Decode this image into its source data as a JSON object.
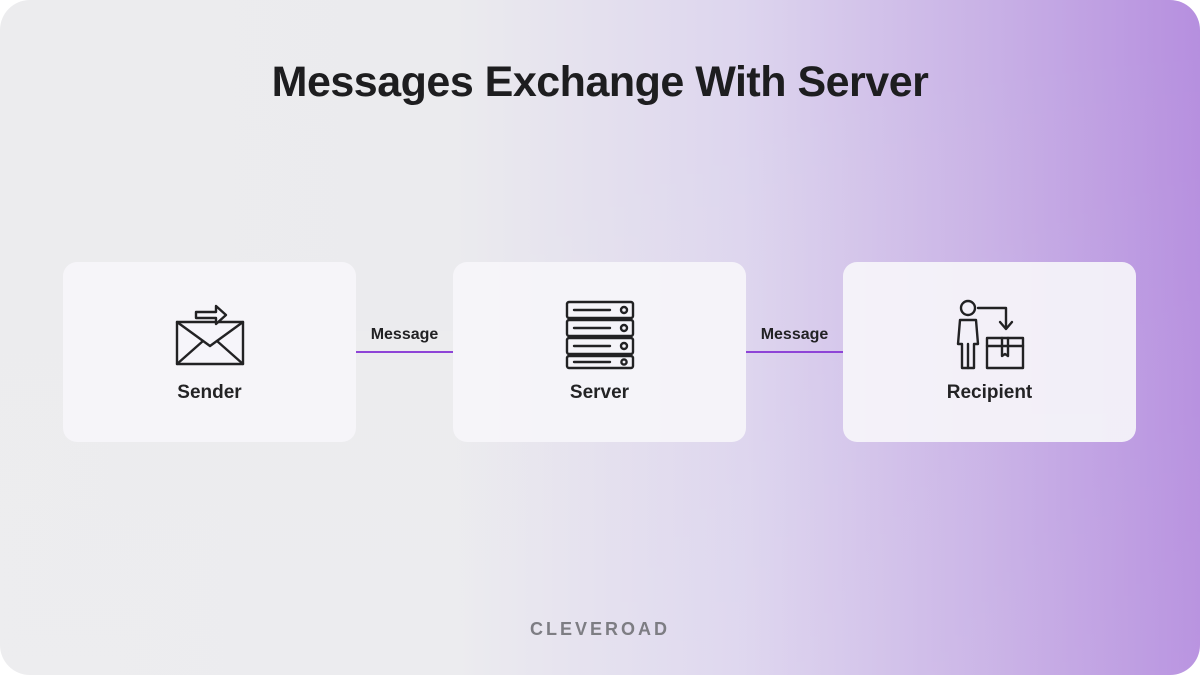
{
  "title": "Messages Exchange With Server",
  "nodes": [
    {
      "label": "Sender",
      "icon": "envelope-send-icon"
    },
    {
      "label": "Server",
      "icon": "server-rack-icon"
    },
    {
      "label": "Recipient",
      "icon": "person-receive-box-icon"
    }
  ],
  "edges": [
    {
      "label": "Message",
      "from": "Sender",
      "to": "Server"
    },
    {
      "label": "Message",
      "from": "Server",
      "to": "Recipient"
    }
  ],
  "brand": "CLEVEROAD",
  "colors": {
    "connector": "#8b3fd6",
    "text": "#1c1c1e",
    "card": "#f6f5fa",
    "gradient_end": "#b68fdf"
  }
}
